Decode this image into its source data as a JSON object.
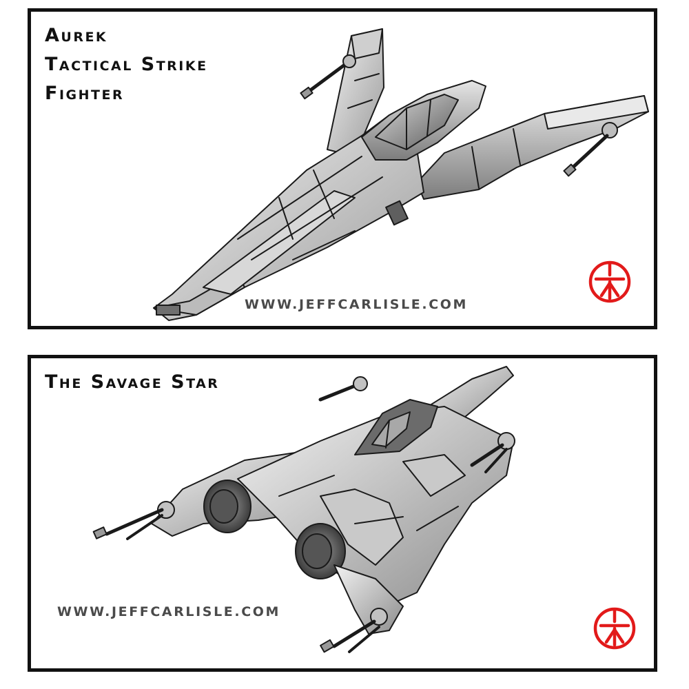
{
  "panels": [
    {
      "title_lines": [
        "Aurek",
        "Tactical Strike",
        "Fighter"
      ],
      "website": "WWW.JEFFCARLISLE.COM",
      "illustration_icon": "starfighter-illustration",
      "logo_icon": "red-circle-emblem-icon"
    },
    {
      "title_lines": [
        "The Savage Star"
      ],
      "website": "WWW.JEFFCARLISLE.COM",
      "illustration_icon": "starfighter-illustration",
      "logo_icon": "red-circle-emblem-icon"
    }
  ],
  "colors": {
    "frame": "#111111",
    "logo": "#e21a1a",
    "website_text": "#4a4a4a"
  }
}
